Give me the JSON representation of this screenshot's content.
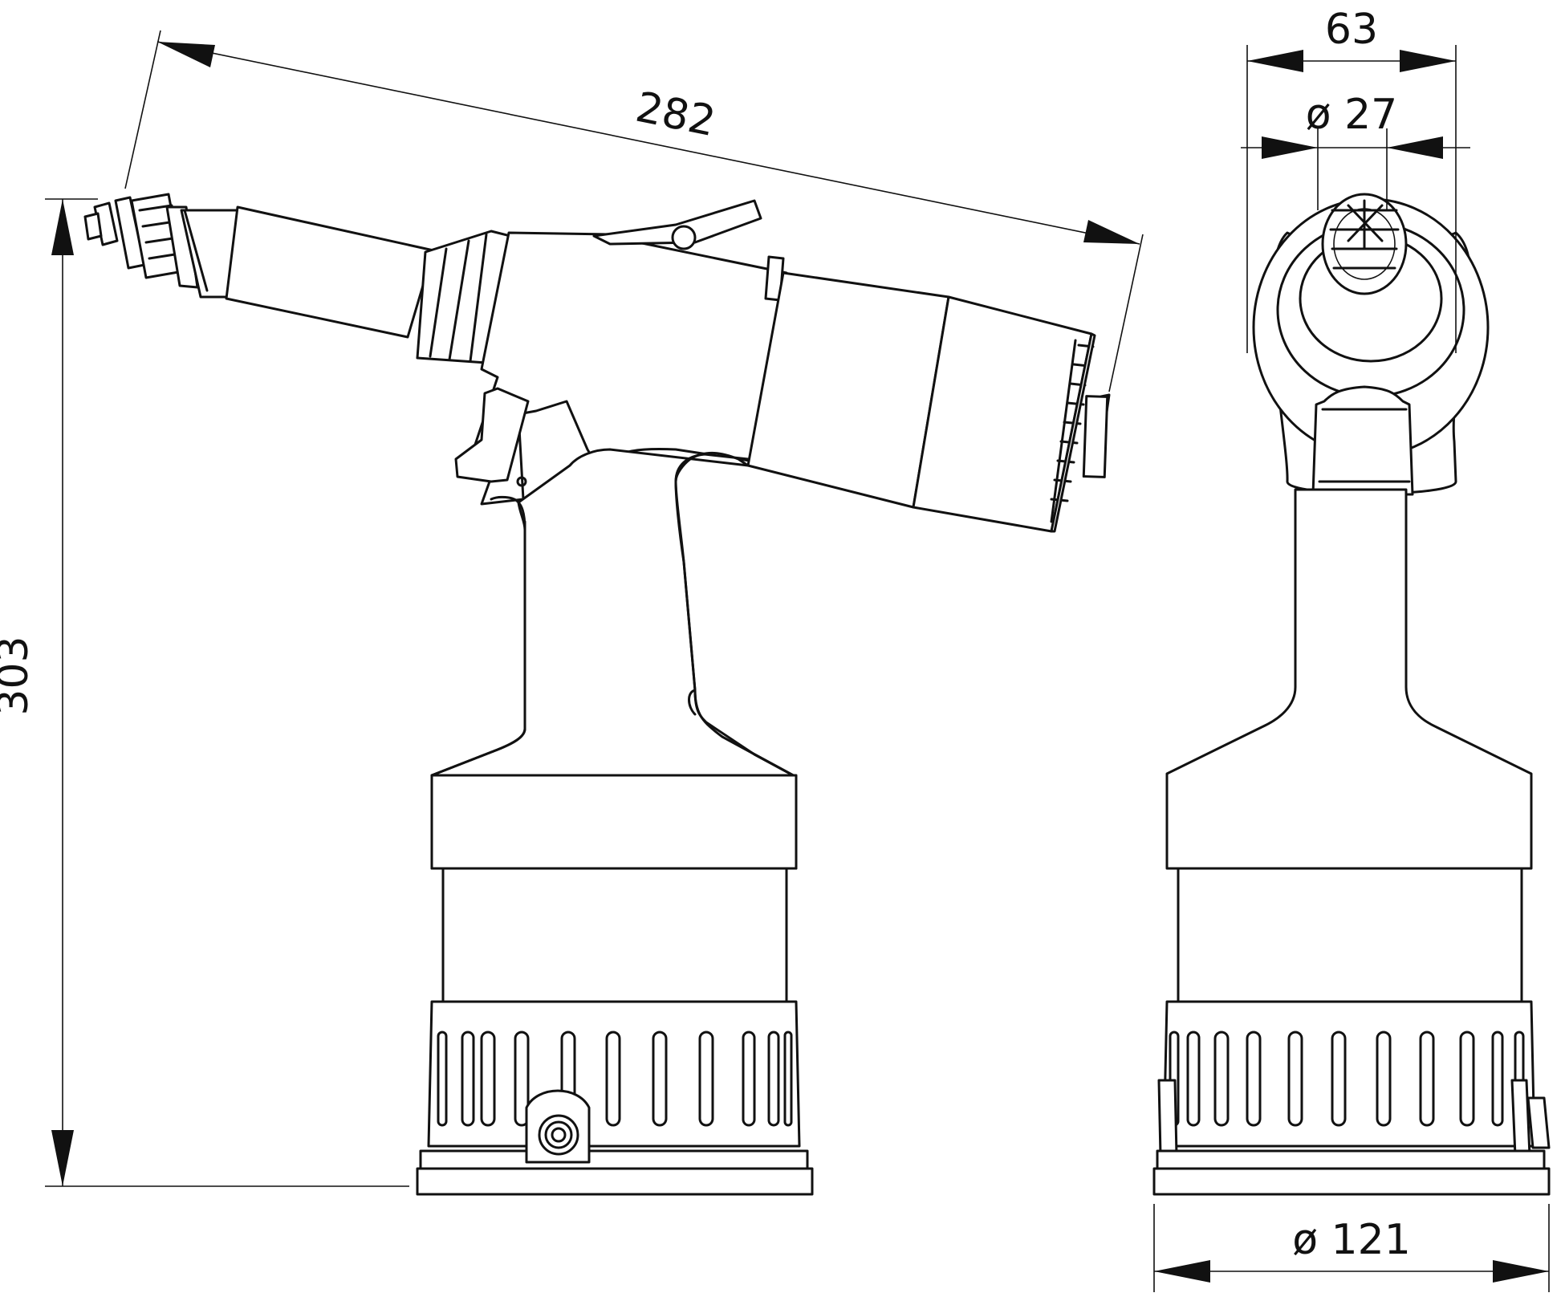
{
  "dimensions": {
    "overall_length": "282",
    "overall_height": "303",
    "width": "63",
    "nose_diameter": "ø 27",
    "base_diameter": "ø 121"
  }
}
